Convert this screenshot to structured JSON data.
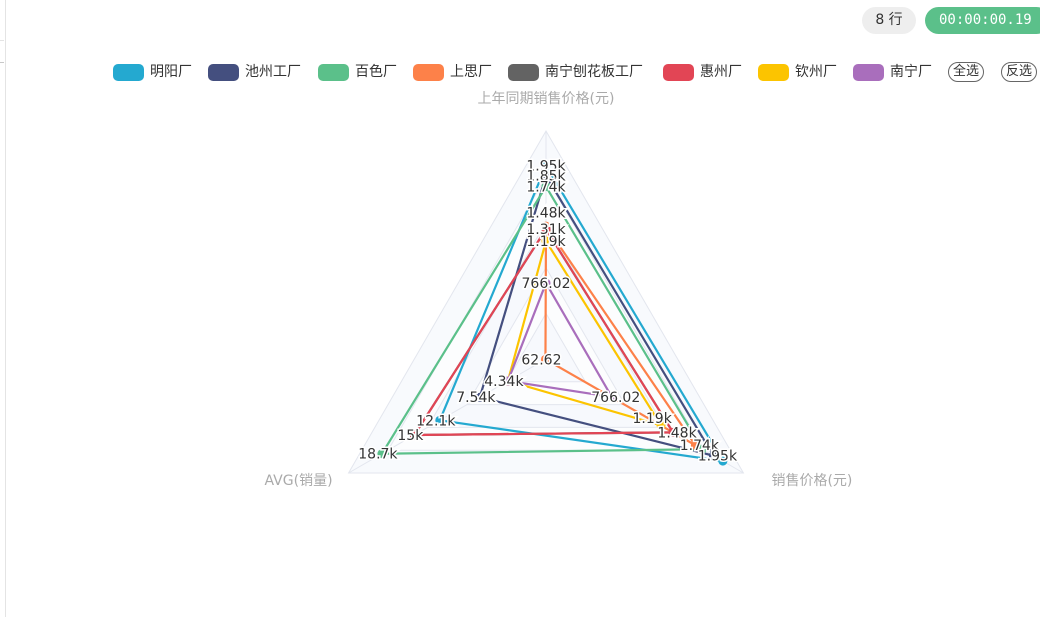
{
  "toolbar": {
    "row_count": "8 行",
    "timer": "00:00:00.19"
  },
  "legend": {
    "items": [
      {
        "label": "明阳厂",
        "color": "#24a9d0"
      },
      {
        "label": "池州工厂",
        "color": "#444f7f"
      },
      {
        "label": "百色厂",
        "color": "#5bc08a"
      },
      {
        "label": "上思厂",
        "color": "#fd8149"
      },
      {
        "label": "南宁刨花板工厂",
        "color": "#636363"
      },
      {
        "label": "惠州厂",
        "color": "#e24555"
      },
      {
        "label": "钦州厂",
        "color": "#fcc400"
      },
      {
        "label": "南宁厂",
        "color": "#a96ebc"
      }
    ],
    "select_all": "全选",
    "invert": "反选"
  },
  "chart_data": {
    "type": "radar",
    "indicators": [
      {
        "name": "上年同期销售价格(元)",
        "max": 2300
      },
      {
        "name": "销售价格(元)",
        "max": 2300
      },
      {
        "name": "AVG(销量)",
        "max": 22500
      }
    ],
    "series": [
      {
        "name": "明阳厂",
        "values": [
          1950,
          2060,
          12100
        ]
      },
      {
        "name": "池州工厂",
        "values": [
          1850,
          1950,
          7540
        ]
      },
      {
        "name": "百色厂",
        "values": [
          1740,
          1820,
          18700
        ]
      },
      {
        "name": "上思厂",
        "values": [
          1340,
          1740,
          62.62
        ]
      },
      {
        "name": "南宁刨花板工厂",
        "values": [
          1310,
          1480,
          15000
        ]
      },
      {
        "name": "惠州厂",
        "values": [
          1310,
          1480,
          15000
        ]
      },
      {
        "name": "钦州厂",
        "values": [
          1190,
          1340,
          4340
        ]
      },
      {
        "name": "南宁厂",
        "values": [
          766.02,
          766.02,
          4340
        ]
      }
    ],
    "labels": [
      {
        "text": "1.95k",
        "axis": 0,
        "value": 1950
      },
      {
        "text": "1.85k",
        "axis": 0,
        "value": 1850
      },
      {
        "text": "1.74k",
        "axis": 0,
        "value": 1740
      },
      {
        "text": "1.48k",
        "axis": 0,
        "value": 1480
      },
      {
        "text": "1.31k",
        "axis": 0,
        "value": 1310
      },
      {
        "text": "1.19k",
        "axis": 0,
        "value": 1190
      },
      {
        "text": "766.02",
        "axis": 0,
        "value": 766.02
      },
      {
        "text": "766.02",
        "axis": 1,
        "value": 766.02
      },
      {
        "text": "1.19k",
        "axis": 1,
        "value": 1190
      },
      {
        "text": "1.48k",
        "axis": 1,
        "value": 1480
      },
      {
        "text": "1.74k",
        "axis": 1,
        "value": 1740
      },
      {
        "text": "1.95k",
        "axis": 1,
        "value": 1950
      },
      {
        "text": "62.62",
        "axis": 2,
        "value": 62.62
      },
      {
        "text": "4.34k",
        "axis": 2,
        "value": 4340
      },
      {
        "text": "7.54k",
        "axis": 2,
        "value": 7540
      },
      {
        "text": "12.1k",
        "axis": 2,
        "value": 12100
      },
      {
        "text": "15k",
        "axis": 2,
        "value": 15000
      },
      {
        "text": "18.7k",
        "axis": 2,
        "value": 18700
      }
    ]
  }
}
